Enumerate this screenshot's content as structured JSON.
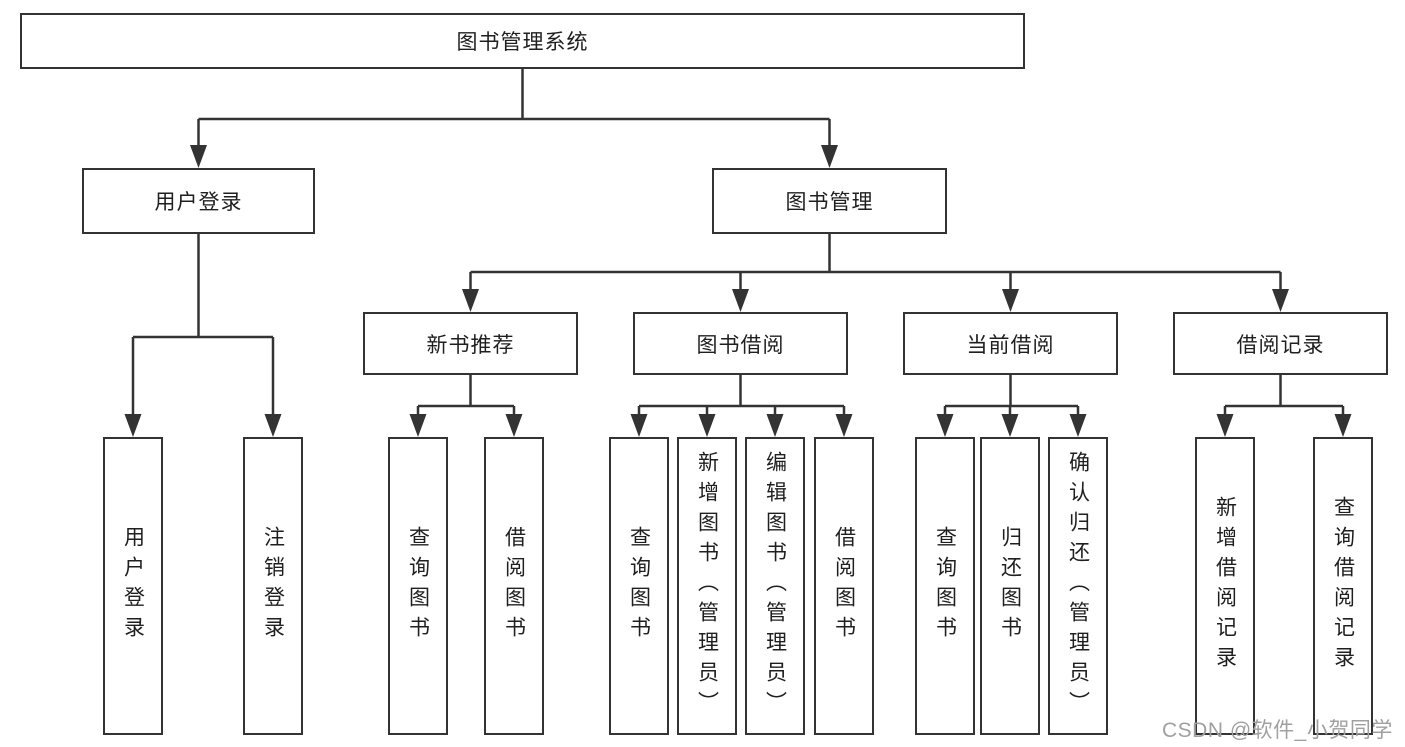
{
  "nodes": {
    "root": "图书管理系统",
    "user_login": "用户登录",
    "book_management": "图书管理",
    "new_book_recommend": "新书推荐",
    "book_borrow": "图书借阅",
    "current_borrow": "当前借阅",
    "borrow_records": "借阅记录",
    "leaf_user_login": "用户登录",
    "leaf_logout": "注销登录",
    "leaf_query_book_1": "查询图书",
    "leaf_borrow_book_1": "借阅图书",
    "leaf_query_book_2": "查询图书",
    "leaf_add_book_admin": "新增图书（管理员）",
    "leaf_edit_book_admin": "编辑图书（管理员）",
    "leaf_borrow_book_2": "借阅图书",
    "leaf_query_book_3": "查询图书",
    "leaf_return_book": "归还图书",
    "leaf_confirm_return_admin": "确认归还（管理员）",
    "leaf_add_borrow_record": "新增借阅记录",
    "leaf_query_borrow_record": "查询借阅记录"
  },
  "watermark": {
    "text": "CSDN @软件_小贺同学"
  },
  "colors": {
    "line": "#333333",
    "text": "#1f1f1f",
    "watermark": "#a0a0a0",
    "bg": "#ffffff"
  }
}
